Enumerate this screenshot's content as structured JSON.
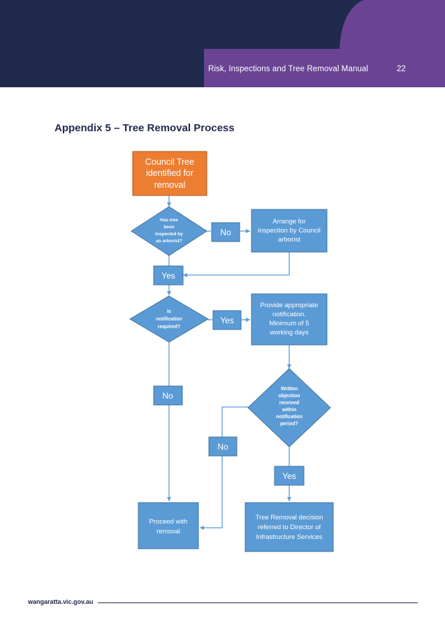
{
  "header": {
    "title": "Risk, Inspections and Tree Removal Manual",
    "page_number": "22",
    "colors": {
      "navy": "#1f2a4c",
      "purple": "#6a4394"
    }
  },
  "heading": "Appendix 5 – Tree Removal Process",
  "flowchart": {
    "start": [
      "Council Tree",
      "identified for",
      "removal"
    ],
    "decision_inspected": [
      "Has tree",
      "been",
      "inspected by",
      "an arborist?"
    ],
    "label_no_1": "No",
    "arrange_inspection": [
      "Arrange for",
      "inspection by Council",
      "arborist"
    ],
    "label_yes_1": "Yes",
    "decision_notification": [
      "Is",
      "notification",
      "required?"
    ],
    "label_yes_2": "Yes",
    "provide_notification": [
      "Provide appropriate",
      "notification.",
      "Minimum of 5",
      "working days"
    ],
    "decision_objection": [
      "Written",
      "objection",
      "received",
      "within",
      "notification",
      "period?"
    ],
    "label_no_2": "No",
    "label_no_3": "No",
    "label_yes_3": "Yes",
    "proceed_removal": [
      "Proceed with",
      "removal"
    ],
    "referred_decision": [
      "Tree Removal decision",
      "referred to Director of",
      "Infrastructure Services"
    ],
    "colors": {
      "box": "#5b9bd5",
      "start": "#ed7d31",
      "border": "#41719c",
      "text": "#ffffff"
    }
  },
  "footer": {
    "url": "wangaratta.vic.gov.au"
  }
}
